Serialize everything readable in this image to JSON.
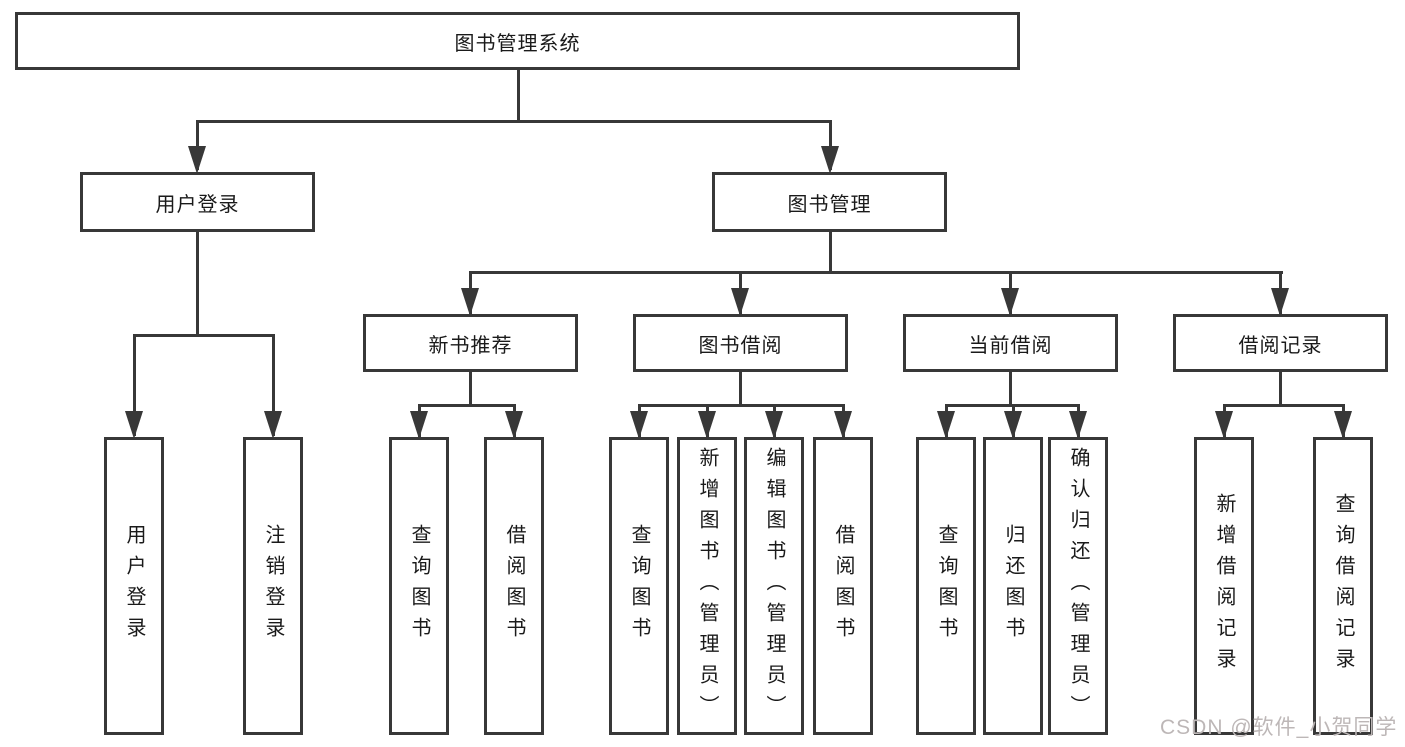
{
  "tree": {
    "root": {
      "label": "图书管理系统"
    },
    "branches": [
      {
        "label": "用户登录",
        "leaves": [
          "用户登录",
          "注销登录"
        ]
      },
      {
        "label": "图书管理",
        "sections": [
          {
            "label": "新书推荐",
            "leaves": [
              "查询图书",
              "借阅图书"
            ]
          },
          {
            "label": "图书借阅",
            "leaves": [
              "查询图书",
              "新增图书（管理员）",
              "编辑图书（管理员）",
              "借阅图书"
            ]
          },
          {
            "label": "当前借阅",
            "leaves": [
              "查询图书",
              "归还图书",
              "确认归还（管理员）"
            ]
          },
          {
            "label": "借阅记录",
            "leaves": [
              "新增借阅记录",
              "查询借阅记录"
            ]
          }
        ]
      }
    ]
  },
  "watermark": {
    "text": "CSDN @软件_小贺同学"
  },
  "colors": {
    "line": "#383838",
    "text": "#1a1a1a",
    "background": "#ffffff",
    "watermark": "#bdb7b7"
  }
}
